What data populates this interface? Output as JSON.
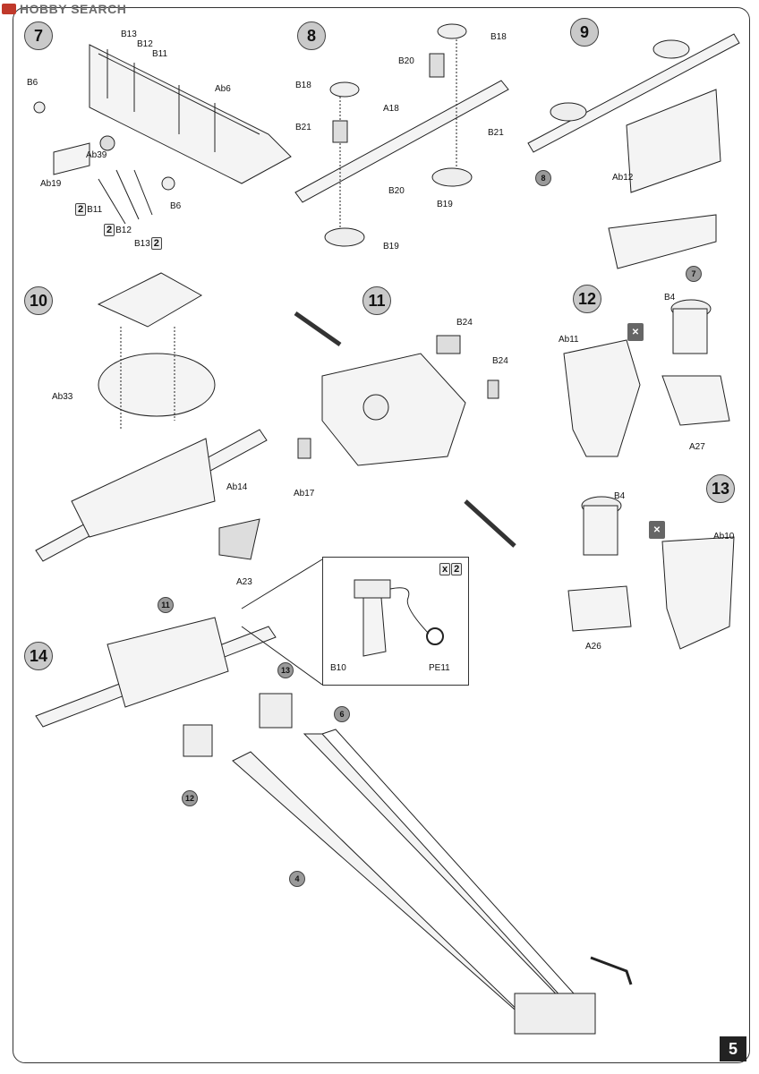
{
  "watermark": {
    "text": "HOBBY SEARCH"
  },
  "page_number": "5",
  "steps": [
    {
      "num": "7"
    },
    {
      "num": "8"
    },
    {
      "num": "9"
    },
    {
      "num": "10"
    },
    {
      "num": "11"
    },
    {
      "num": "12"
    },
    {
      "num": "13"
    },
    {
      "num": "14"
    }
  ],
  "step7": {
    "labels": [
      "B13",
      "B12",
      "B11",
      "B6",
      "Ab6",
      "Ab39",
      "Ab19",
      "B11",
      "B12",
      "B13",
      "B6"
    ],
    "x2": [
      "2",
      "2",
      "2"
    ]
  },
  "step8": {
    "labels": [
      "B18",
      "B20",
      "B18",
      "A18",
      "B21",
      "B21",
      "B20",
      "B19",
      "B19"
    ]
  },
  "step9": {
    "labels": [
      "Ab12"
    ],
    "refs": [
      "8",
      "7"
    ]
  },
  "step10": {
    "labels": [
      "Ab33",
      "Ab14",
      "A23"
    ]
  },
  "step11": {
    "labels": [
      "B24",
      "B24",
      "Ab17"
    ]
  },
  "step12": {
    "labels": [
      "B4",
      "Ab11",
      "A27"
    ]
  },
  "step13": {
    "labels": [
      "B4",
      "Ab10",
      "A26"
    ]
  },
  "step14": {
    "refs": [
      "11",
      "13",
      "6",
      "12",
      "4"
    ]
  },
  "inset": {
    "labels": [
      "B10",
      "PE11"
    ],
    "x2": "2"
  }
}
